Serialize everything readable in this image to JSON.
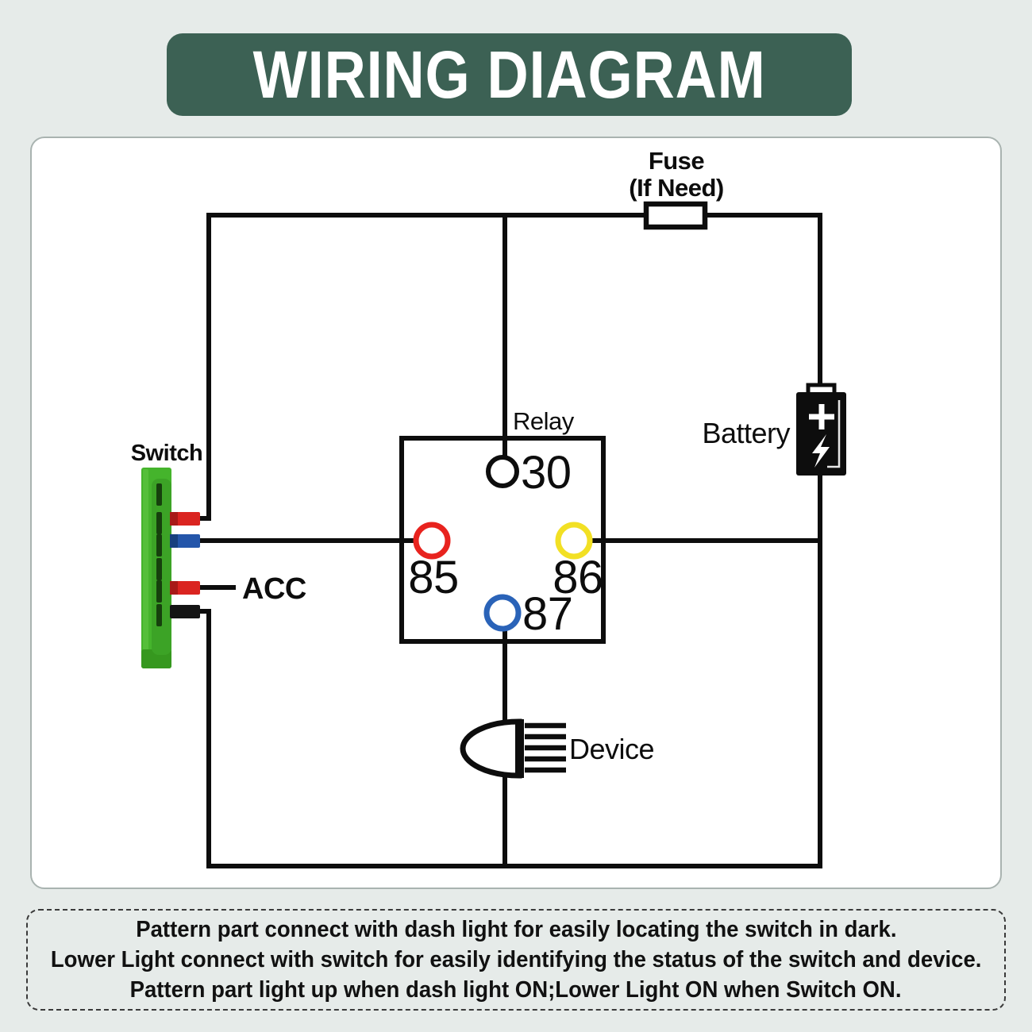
{
  "page": {
    "title": "WIRING DIAGRAM"
  },
  "diagram": {
    "fuse_label_line1": "Fuse",
    "fuse_label_line2": "(If Need)",
    "relay_label": "Relay",
    "battery_label": "Battery",
    "switch_label": "Switch",
    "acc_label": "ACC",
    "device_label": "Device",
    "terminals": [
      {
        "id": "30",
        "color": "#0d0d0d"
      },
      {
        "id": "85",
        "color": "#e8231e"
      },
      {
        "id": "86",
        "color": "#f2e024"
      },
      {
        "id": "87",
        "color": "#2a63b8"
      }
    ]
  },
  "footer": {
    "lines": [
      "Pattern part connect with dash light for easily locating the switch in dark.",
      "Lower Light connect with switch for easily identifying the status of the switch and device.",
      "Pattern part light up when dash light ON;Lower Light ON when Switch ON."
    ]
  },
  "colors": {
    "background": "#e6ebe9",
    "banner_green": "#3c6154",
    "wire_black": "#0d0d0d",
    "switch_green": "#45b42c",
    "pin_red": "#da2420",
    "pin_blue": "#2456aa",
    "pin_black": "#141414"
  }
}
